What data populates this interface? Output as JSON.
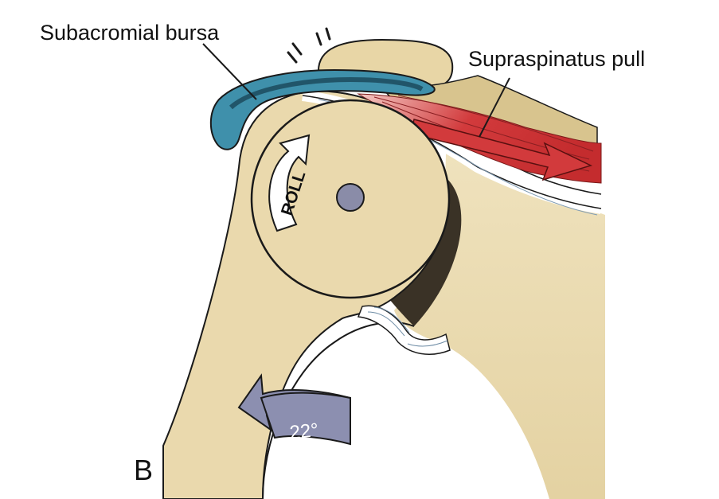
{
  "labels": {
    "subacromial_bursa": "Subacromial bursa",
    "supraspinatus_pull": "Supraspinatus pull",
    "roll": "ROLL",
    "angle": "22°",
    "panel": "B"
  },
  "colors": {
    "bone": "#ead9ad",
    "bone_outline": "#1a1a1a",
    "bursa": "#3f90ab",
    "muscle": "#d23a3c",
    "rotation_arrow": "#8c8fb0",
    "center_dot": "#8a8ca8",
    "joint_shadow": "#3a3226"
  }
}
